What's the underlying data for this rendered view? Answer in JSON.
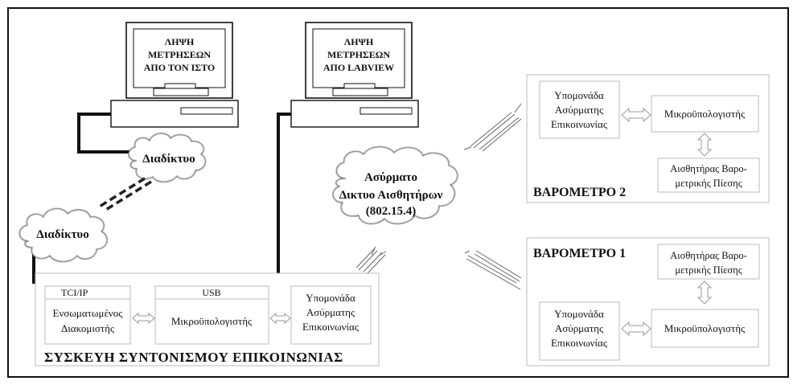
{
  "pc_left": {
    "line1": "ΛΗΨΗ",
    "line2": "ΜΕΤΡΗΣΕΩΝ",
    "line3": "ΑΠΟ ΤΟΝ ΙΣΤΟ"
  },
  "pc_right": {
    "line1": "ΛΗΨΗ",
    "line2": "ΜΕΤΡΗΣΕΩΝ",
    "line3": "ΑΠΟ LABVIEW"
  },
  "cloud_internet_upper": "Διαδίκτυο",
  "cloud_internet_lower": "Διαδίκτυο",
  "cloud_wsn": {
    "line1": "Ασύρματο",
    "line2": "Δικτυο Αισθητήρων",
    "line3": "(802.15.4)"
  },
  "coordinator": {
    "title": "ΣΥΣΚΕΥΗ ΣΥΝΤΟΝΙΣΜΟΥ ΕΠΙΚΟΙΝΩΝΙΑΣ",
    "tcpip_label": "TCI/IP",
    "usb_label": "USB",
    "server": {
      "line1": "Ενσωματωμένος",
      "line2": "Διακομιστής"
    },
    "mcu": "Μικροϋπολογιστής",
    "wireless": {
      "line1": "Υπομονάδα",
      "line2": "Ασύρματης",
      "line3": "Επικοινωνίας"
    }
  },
  "barometer2": {
    "title": "ΒΑΡΟΜΕΤΡΟ 2",
    "wireless": {
      "line1": "Υπομονάδα",
      "line2": "Ασύρματης",
      "line3": "Επικοινωνίας"
    },
    "mcu": "Μικροϋπολογιστής",
    "sensor": {
      "line1": "Αισθητήρας Βαρο-",
      "line2": "μετρικής Πίεσης"
    }
  },
  "barometer1": {
    "title": "ΒΑΡΟΜΕΤΡΟ 1",
    "wireless": {
      "line1": "Υπομονάδα",
      "line2": "Ασύρματης",
      "line3": "Επικοινωνίας"
    },
    "mcu": "Μικροϋπολογιστής",
    "sensor": {
      "line1": "Αισθητήρας Βαρο-",
      "line2": "μετρικής Πίεσης"
    }
  }
}
